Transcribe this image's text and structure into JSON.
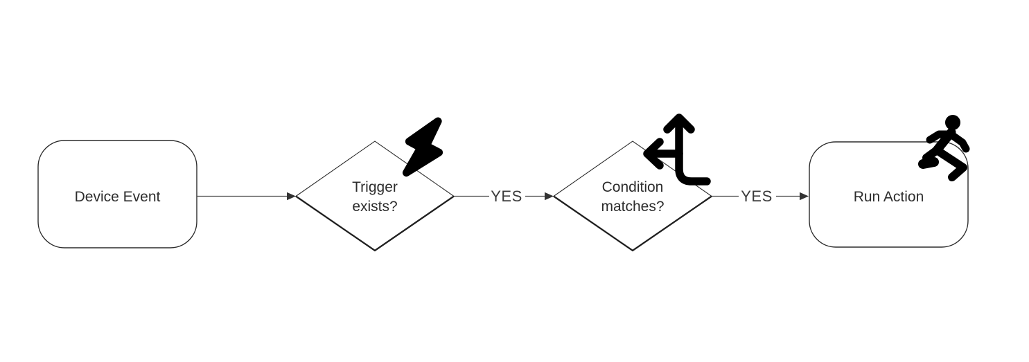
{
  "diagram": {
    "title": "device-automation-flowchart",
    "background_color": "#ffffff",
    "shape_stroke_color": "#2b2b2b",
    "edge_line_color": "#4a4a4a",
    "text_color": "#2d2d2d",
    "icon_color": "#000000",
    "nodes": [
      {
        "id": "device-event",
        "type": "rounded-rectangle",
        "label": "Device Event",
        "icon": null
      },
      {
        "id": "trigger-exists",
        "type": "diamond",
        "label": "Trigger exists?",
        "label_line1": "Trigger",
        "label_line2": "exists?",
        "icon": "lightning-icon"
      },
      {
        "id": "condition-matches",
        "type": "diamond",
        "label": "Condition matches?",
        "label_line1": "Condition",
        "label_line2": "matches?",
        "icon": "split-arrows-icon"
      },
      {
        "id": "run-action",
        "type": "rounded-rectangle",
        "label": "Run Action",
        "icon": "running-person-icon"
      }
    ],
    "edges": [
      {
        "from": "device-event",
        "to": "trigger-exists",
        "label": ""
      },
      {
        "from": "trigger-exists",
        "to": "condition-matches",
        "label": "YES"
      },
      {
        "from": "condition-matches",
        "to": "run-action",
        "label": "YES"
      }
    ]
  }
}
